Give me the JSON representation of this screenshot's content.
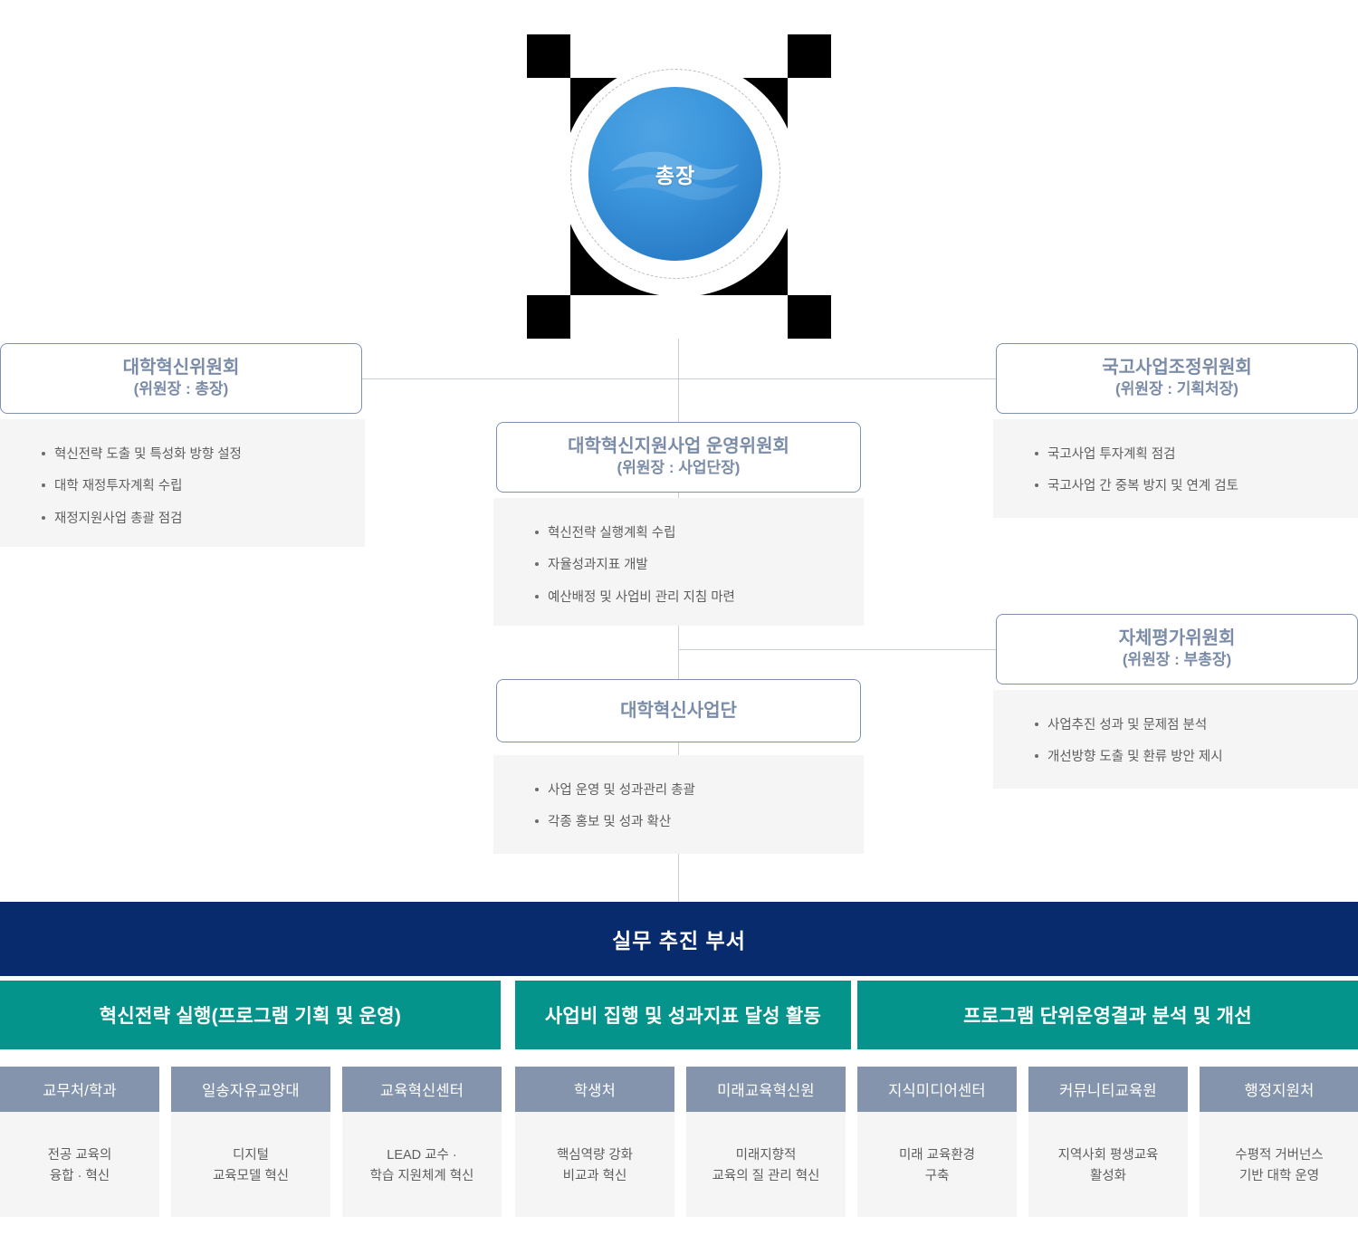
{
  "president": {
    "label": "총장",
    "icon": "wave-logo-mark"
  },
  "committees": [
    {
      "id": "university-innovation-committee",
      "title": "대학혁신위원회",
      "subtitle": "(위원장 : 총장)",
      "items": [
        "혁신전략 도출 및 특성화 방향 설정",
        "대학 재정투자계획 수립",
        "재정지원사업 총괄 점검"
      ]
    },
    {
      "id": "national-project-coordination-committee",
      "title": "국고사업조정위원회",
      "subtitle": "(위원장 : 기획처장)",
      "items": [
        "국고사업 투자계획 점검",
        "국고사업 간 중복 방지 및 연계 검토"
      ]
    },
    {
      "id": "innovation-support-project-steering-committee",
      "title": "대학혁신지원사업 운영위원회",
      "subtitle": "(위원장 : 사업단장)",
      "items": [
        "혁신전략 실행계획 수립",
        "자율성과지표 개발",
        "예산배정 및 사업비 관리 지침 마련"
      ]
    },
    {
      "id": "self-evaluation-committee",
      "title": "자체평가위원회",
      "subtitle": "(위원장 : 부총장)",
      "items": [
        "사업추진 성과 및 문제점 분석",
        "개선방향 도출 및 환류 방안 제시"
      ]
    },
    {
      "id": "university-innovation-project-group",
      "title": "대학혁신사업단",
      "subtitle": "",
      "items": [
        "사업 운영 및 성과관리 총괄",
        "각종 홍보 및 성과 확산"
      ]
    }
  ],
  "banner": {
    "title": "실무 추진 부서"
  },
  "groups": [
    {
      "id": "group-strategy-execution",
      "label": "혁신전략 실행(프로그램 기획 및 운영)"
    },
    {
      "id": "group-budget-performance",
      "label": "사업비 집행 및 성과지표 달성 활동"
    },
    {
      "id": "group-analysis-improvement",
      "label": "프로그램 단위운영결과 분석 및 개선"
    }
  ],
  "departments": [
    {
      "id": "dept-academic-affairs",
      "name": "교무처/학과",
      "line1": "전공 교육의",
      "line2": "융합 · 혁신"
    },
    {
      "id": "dept-ilsong-liberal-arts",
      "name": "일송자유교양대",
      "line1": "디지털",
      "line2": "교육모델 혁신"
    },
    {
      "id": "dept-education-innovation-center",
      "name": "교육혁신센터",
      "line1": "LEAD 교수 ·",
      "line2": "학습 지원체계 혁신"
    },
    {
      "id": "dept-student-affairs",
      "name": "학생처",
      "line1": "핵심역량 강화",
      "line2": "비교과 혁신"
    },
    {
      "id": "dept-future-education-institute",
      "name": "미래교육혁신원",
      "line1": "미래지향적",
      "line2": "교육의 질 관리 혁신"
    },
    {
      "id": "dept-knowledge-media-center",
      "name": "지식미디어센터",
      "line1": "미래 교육환경",
      "line2": "구축"
    },
    {
      "id": "dept-community-education-institute",
      "name": "커뮤니티교육원",
      "line1": "지역사회 평생교육",
      "line2": "활성화"
    },
    {
      "id": "dept-administrative-support",
      "name": "행정지원처",
      "line1": "수평적 거버넌스",
      "line2": "기반 대학 운영"
    }
  ],
  "colors": {
    "navy": "#072b6c",
    "teal": "#04948c",
    "slate": "#8494ad",
    "box_border": "#7d92b0",
    "box_title": "#7b8ca8",
    "panel_bg": "#f5f5f5",
    "line": "#c9cfd8",
    "president_blue": "#2b7fc9"
  }
}
